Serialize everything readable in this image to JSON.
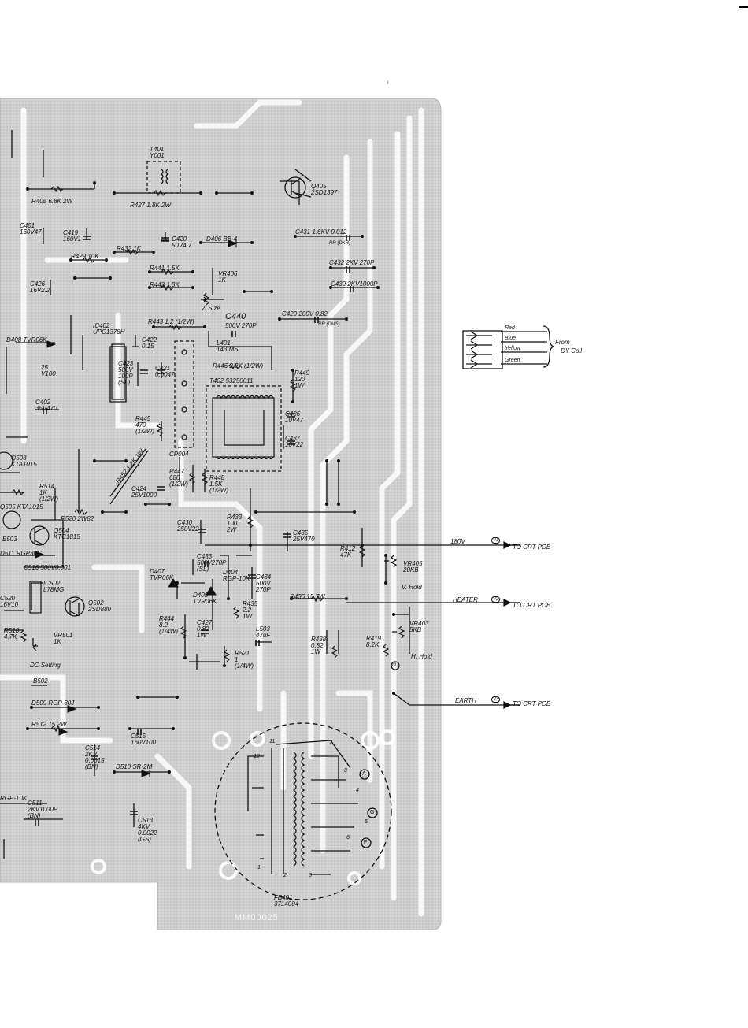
{
  "board": {
    "background": "#d8d8d8",
    "trace_color": "#ffffff",
    "ink": "#111111"
  },
  "components": {
    "t401": [
      "T401",
      "Y001"
    ],
    "q405": [
      "Q405",
      "2SD1397"
    ],
    "r405": "R405  6.8K  2W",
    "r427": "R427  1.8K  2W",
    "c401": [
      "C401",
      "160V47"
    ],
    "c419": [
      "C419",
      "160V1"
    ],
    "c420": [
      "C420",
      "50V4.7"
    ],
    "r432": "R432  1K",
    "d406": "D406  BB-4",
    "c431": "C431  1.6KV  0.012",
    "c431_sub": "RR (DKR)",
    "r429": "R429  10K",
    "c432": "C432  2KV 270P",
    "r441": "R441  1.5K",
    "vr406": [
      "VR406",
      "1K"
    ],
    "r442": "R442  1.8K",
    "c426": [
      "C426",
      "16V2.2"
    ],
    "c439": "C439  2KV1000P",
    "v_size": "V. Size",
    "c429": "C429  200V 0.82",
    "c429_sub": "RR (DMS)",
    "r443": "R443  1.2 (1/2W)",
    "c440": [
      "C440",
      "500V 270P"
    ],
    "ic402": [
      "IC402",
      "UPC1378H"
    ],
    "d408": "D408  TVR06K",
    "c422": [
      "C422",
      "0.15"
    ],
    "l401": [
      "L401",
      "143IMS"
    ],
    "c425": [
      "25",
      "V100"
    ],
    "c423": [
      "C423",
      "500V",
      "100P",
      "(SL)"
    ],
    "c421": [
      "C421",
      "0.0047"
    ],
    "r446": "R446  2.2K (1/2W)",
    "r449": [
      "R449",
      "120",
      "1W"
    ],
    "t402": "T402  53250011",
    "c402": [
      "C402",
      "35V470"
    ],
    "c436": [
      "C436",
      "10V47"
    ],
    "r445": [
      "R445",
      "470",
      "(1/2W)"
    ],
    "c437": [
      "C437",
      "10V22"
    ],
    "q503": [
      "Q503",
      "KTA1015"
    ],
    "cp004": "CP004",
    "r514": [
      "R514",
      "1K",
      "(1/2W)"
    ],
    "r447": [
      "R447",
      "680",
      "(1/2W)"
    ],
    "r448": [
      "R448",
      "1.5K",
      "(1/2W)"
    ],
    "r452": "R452  1.2K  1W",
    "q505": "Q505 KTA1015",
    "c424": [
      "C424",
      "25V1000"
    ],
    "r520": "R520  2W82",
    "r433": [
      "R433",
      "100",
      "2W"
    ],
    "c430": [
      "C430",
      "250V22"
    ],
    "c435": [
      "C435",
      "25V470"
    ],
    "q504": [
      "Q504",
      "KTC1815"
    ],
    "b503": "B503",
    "d511": "D511  RGP30G",
    "c433": [
      "C433",
      "500V270P",
      "(SL)"
    ],
    "r412": [
      "R412",
      "47K"
    ],
    "c516": "C516  500V0.001",
    "d407": [
      "D407",
      "TVR06K"
    ],
    "d404": [
      "D404",
      "RGP-10K"
    ],
    "c434": [
      "C434",
      "500V",
      "270P"
    ],
    "ic502": [
      "IC502",
      "L78MG"
    ],
    "vr405": [
      "VR405",
      "20KB"
    ],
    "v_hold": "V. Hold",
    "d405": [
      "D405",
      "TVR06K"
    ],
    "r436": "R436  15  7W",
    "q502": [
      "Q502",
      "2SD880"
    ],
    "c520": [
      "C520",
      "16V10"
    ],
    "r444": [
      "R444",
      "8.2",
      "(1/4W)"
    ],
    "r435": [
      "R435",
      "2.2",
      "1W"
    ],
    "c427": [
      "C427",
      "0.82",
      "1W"
    ],
    "vr403": [
      "VR403",
      "5KB"
    ],
    "r518": [
      "R518",
      "4.7K"
    ],
    "vr501": [
      "VR501",
      "1K"
    ],
    "l503": [
      "L503",
      "47uF"
    ],
    "r438": [
      "R438",
      "0.82",
      "1W"
    ],
    "r419": [
      "R419",
      "8.2K"
    ],
    "h_hold": "H. Hold",
    "r521": [
      "R521",
      "1",
      "(1/4W)"
    ],
    "dc_setting": "DC Setting",
    "b502": "B502",
    "d509": "D509  RGP-30J",
    "r512": "R512  15  2W",
    "c515": [
      "C515",
      "160V100"
    ],
    "c514": [
      "C514",
      "2KV",
      "0.0015",
      "(BN)"
    ],
    "d510": "D510  SR-2M",
    "c511": [
      "C511",
      "2KV1000P",
      "(BN)"
    ],
    "rgp10k": "RGP-10K",
    "c513": [
      "C513",
      "4KV",
      "0.0022",
      "(GS)"
    ],
    "fb401": [
      "FB401",
      "3714004"
    ],
    "pcb_code": "MM00025"
  },
  "fbt_pins": [
    "11",
    "12",
    "1",
    "2",
    "3",
    "4",
    "5",
    "6",
    "7",
    "8"
  ],
  "fbt_terminals": [
    "A",
    "G",
    "F"
  ],
  "dy_connector": {
    "wires": [
      "Red",
      "Blue",
      "Yellow",
      "Green"
    ],
    "label_from": "From",
    "label_dy": "DY Coil"
  },
  "outputs": [
    {
      "name": "180V",
      "badge": "V1",
      "dest": "TO CRT PCB"
    },
    {
      "name": "HEATER",
      "badge": "V2",
      "dest": "TO CRT PCB"
    },
    {
      "name": "EARTH",
      "badge": "V3",
      "dest": "TO CRT PCB"
    }
  ],
  "pin_marker": "V3"
}
